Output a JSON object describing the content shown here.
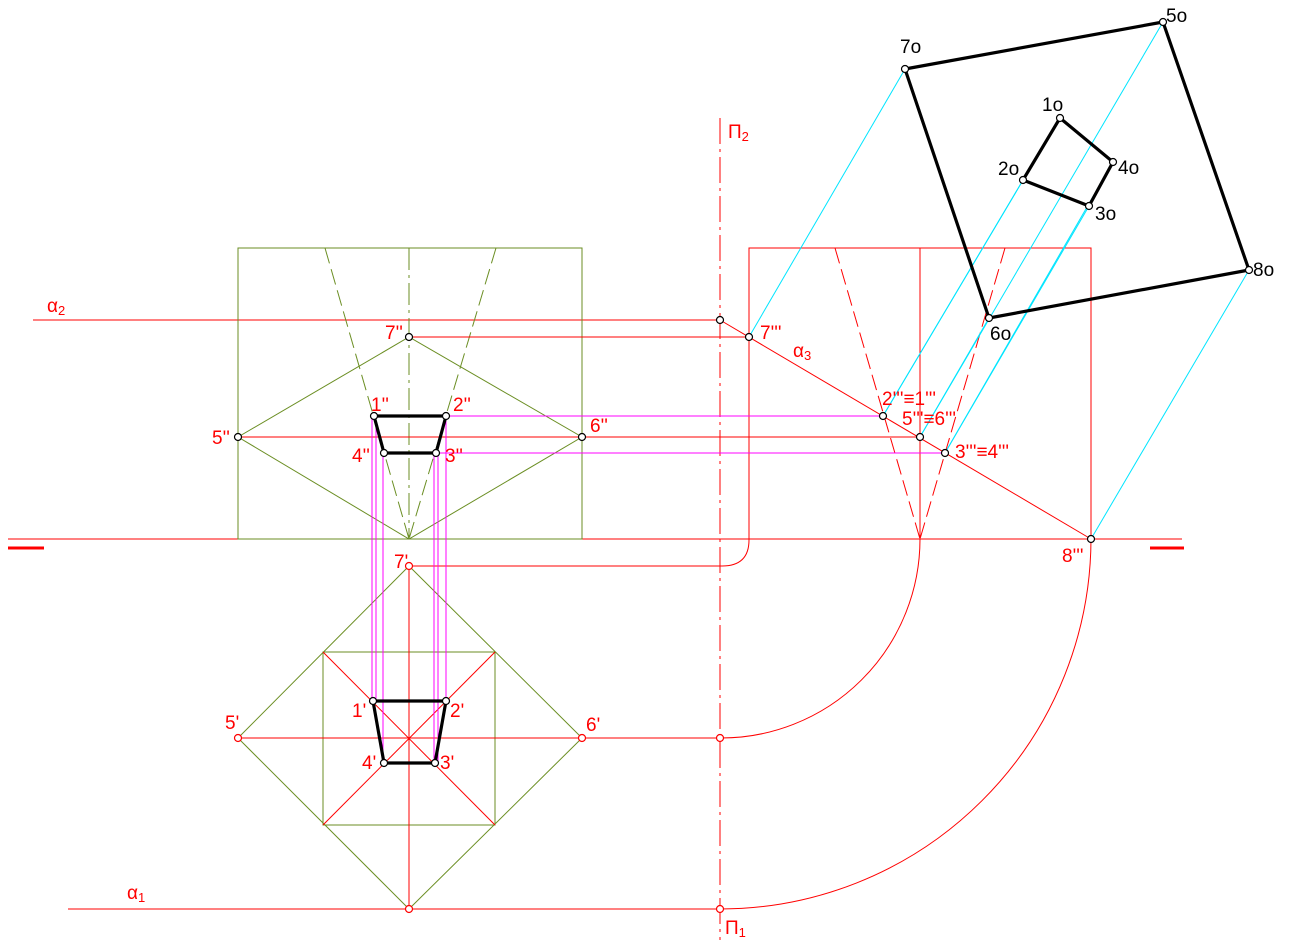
{
  "colors": {
    "construction": "#ff0000",
    "solid": "#6b8e23",
    "projector_magenta": "#ff00ff",
    "projector_cyan": "#00e5ff",
    "contour": "#000000"
  },
  "labels": {
    "alpha2": {
      "main": "α",
      "sub": "2"
    },
    "alpha3": {
      "main": "α",
      "sub": "3"
    },
    "alpha1": {
      "main": "α",
      "sub": "1"
    },
    "pi2": {
      "main": "П",
      "sub": "2"
    },
    "pi1": {
      "main": "П",
      "sub": "1"
    },
    "p7_front": "7''",
    "p1_front": "1''",
    "p2_front": "2''",
    "p5_front": "5''",
    "p6_front": "6''",
    "p4_front": "4''",
    "p3_front": "3''",
    "p7_side": "7'''",
    "p21_side": "2'''≡1'''",
    "p56_side": "5'''≡6'''",
    "p34_side": "3'''≡4'''",
    "p8_side": "8'''",
    "p7_top": "7'",
    "p1_top": "1'",
    "p2_top": "2'",
    "p5_top": "5'",
    "p6_top": "6'",
    "p4_top": "4'",
    "p3_top": "3'",
    "p7_true": "7o",
    "p5_true": "5o",
    "p1_true": "1o",
    "p2_true": "2o",
    "p4_true": "4o",
    "p3_true": "3o",
    "p8_true": "8o",
    "p6_true": "6o"
  }
}
